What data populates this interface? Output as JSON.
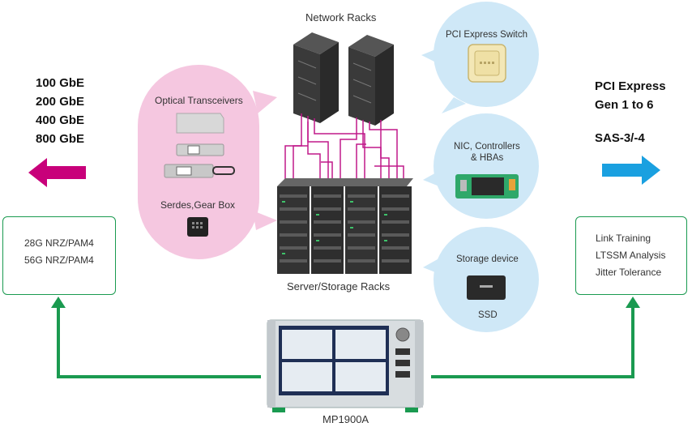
{
  "titles": {
    "network_racks": "Network Racks",
    "server_storage_racks": "Server/Storage Racks",
    "instrument": "MP1900A"
  },
  "ethernet": {
    "speeds": [
      "100 GbE",
      "200 GbE",
      "400 GbE",
      "800 GbE"
    ],
    "arrow_color": "#c8007a",
    "box_lines": [
      "28G NRZ/PAM4",
      "56G NRZ/PAM4"
    ]
  },
  "pcie": {
    "title_line1": "PCI Express",
    "title_line2": "Gen 1 to 6",
    "sas": "SAS-3/-4",
    "arrow_color": "#1aa0e0",
    "box_lines": [
      "Link Training",
      "LTSSM Analysis",
      "Jitter Tolerance"
    ]
  },
  "optical_bubble": {
    "title": "Optical Transceivers",
    "subtitle": "Serdes,Gear Box",
    "color": "#f5c7e0"
  },
  "blue_bubbles": {
    "color": "#cfe8f7",
    "pci_switch": "PCI Express Switch",
    "nic_line1": "NIC, Controllers",
    "nic_line2": "& HBAs",
    "storage_title": "Storage device",
    "storage_item": "SSD"
  },
  "colors": {
    "connection_line": "#c0188a",
    "connector_arrow": "#1a9a50"
  }
}
